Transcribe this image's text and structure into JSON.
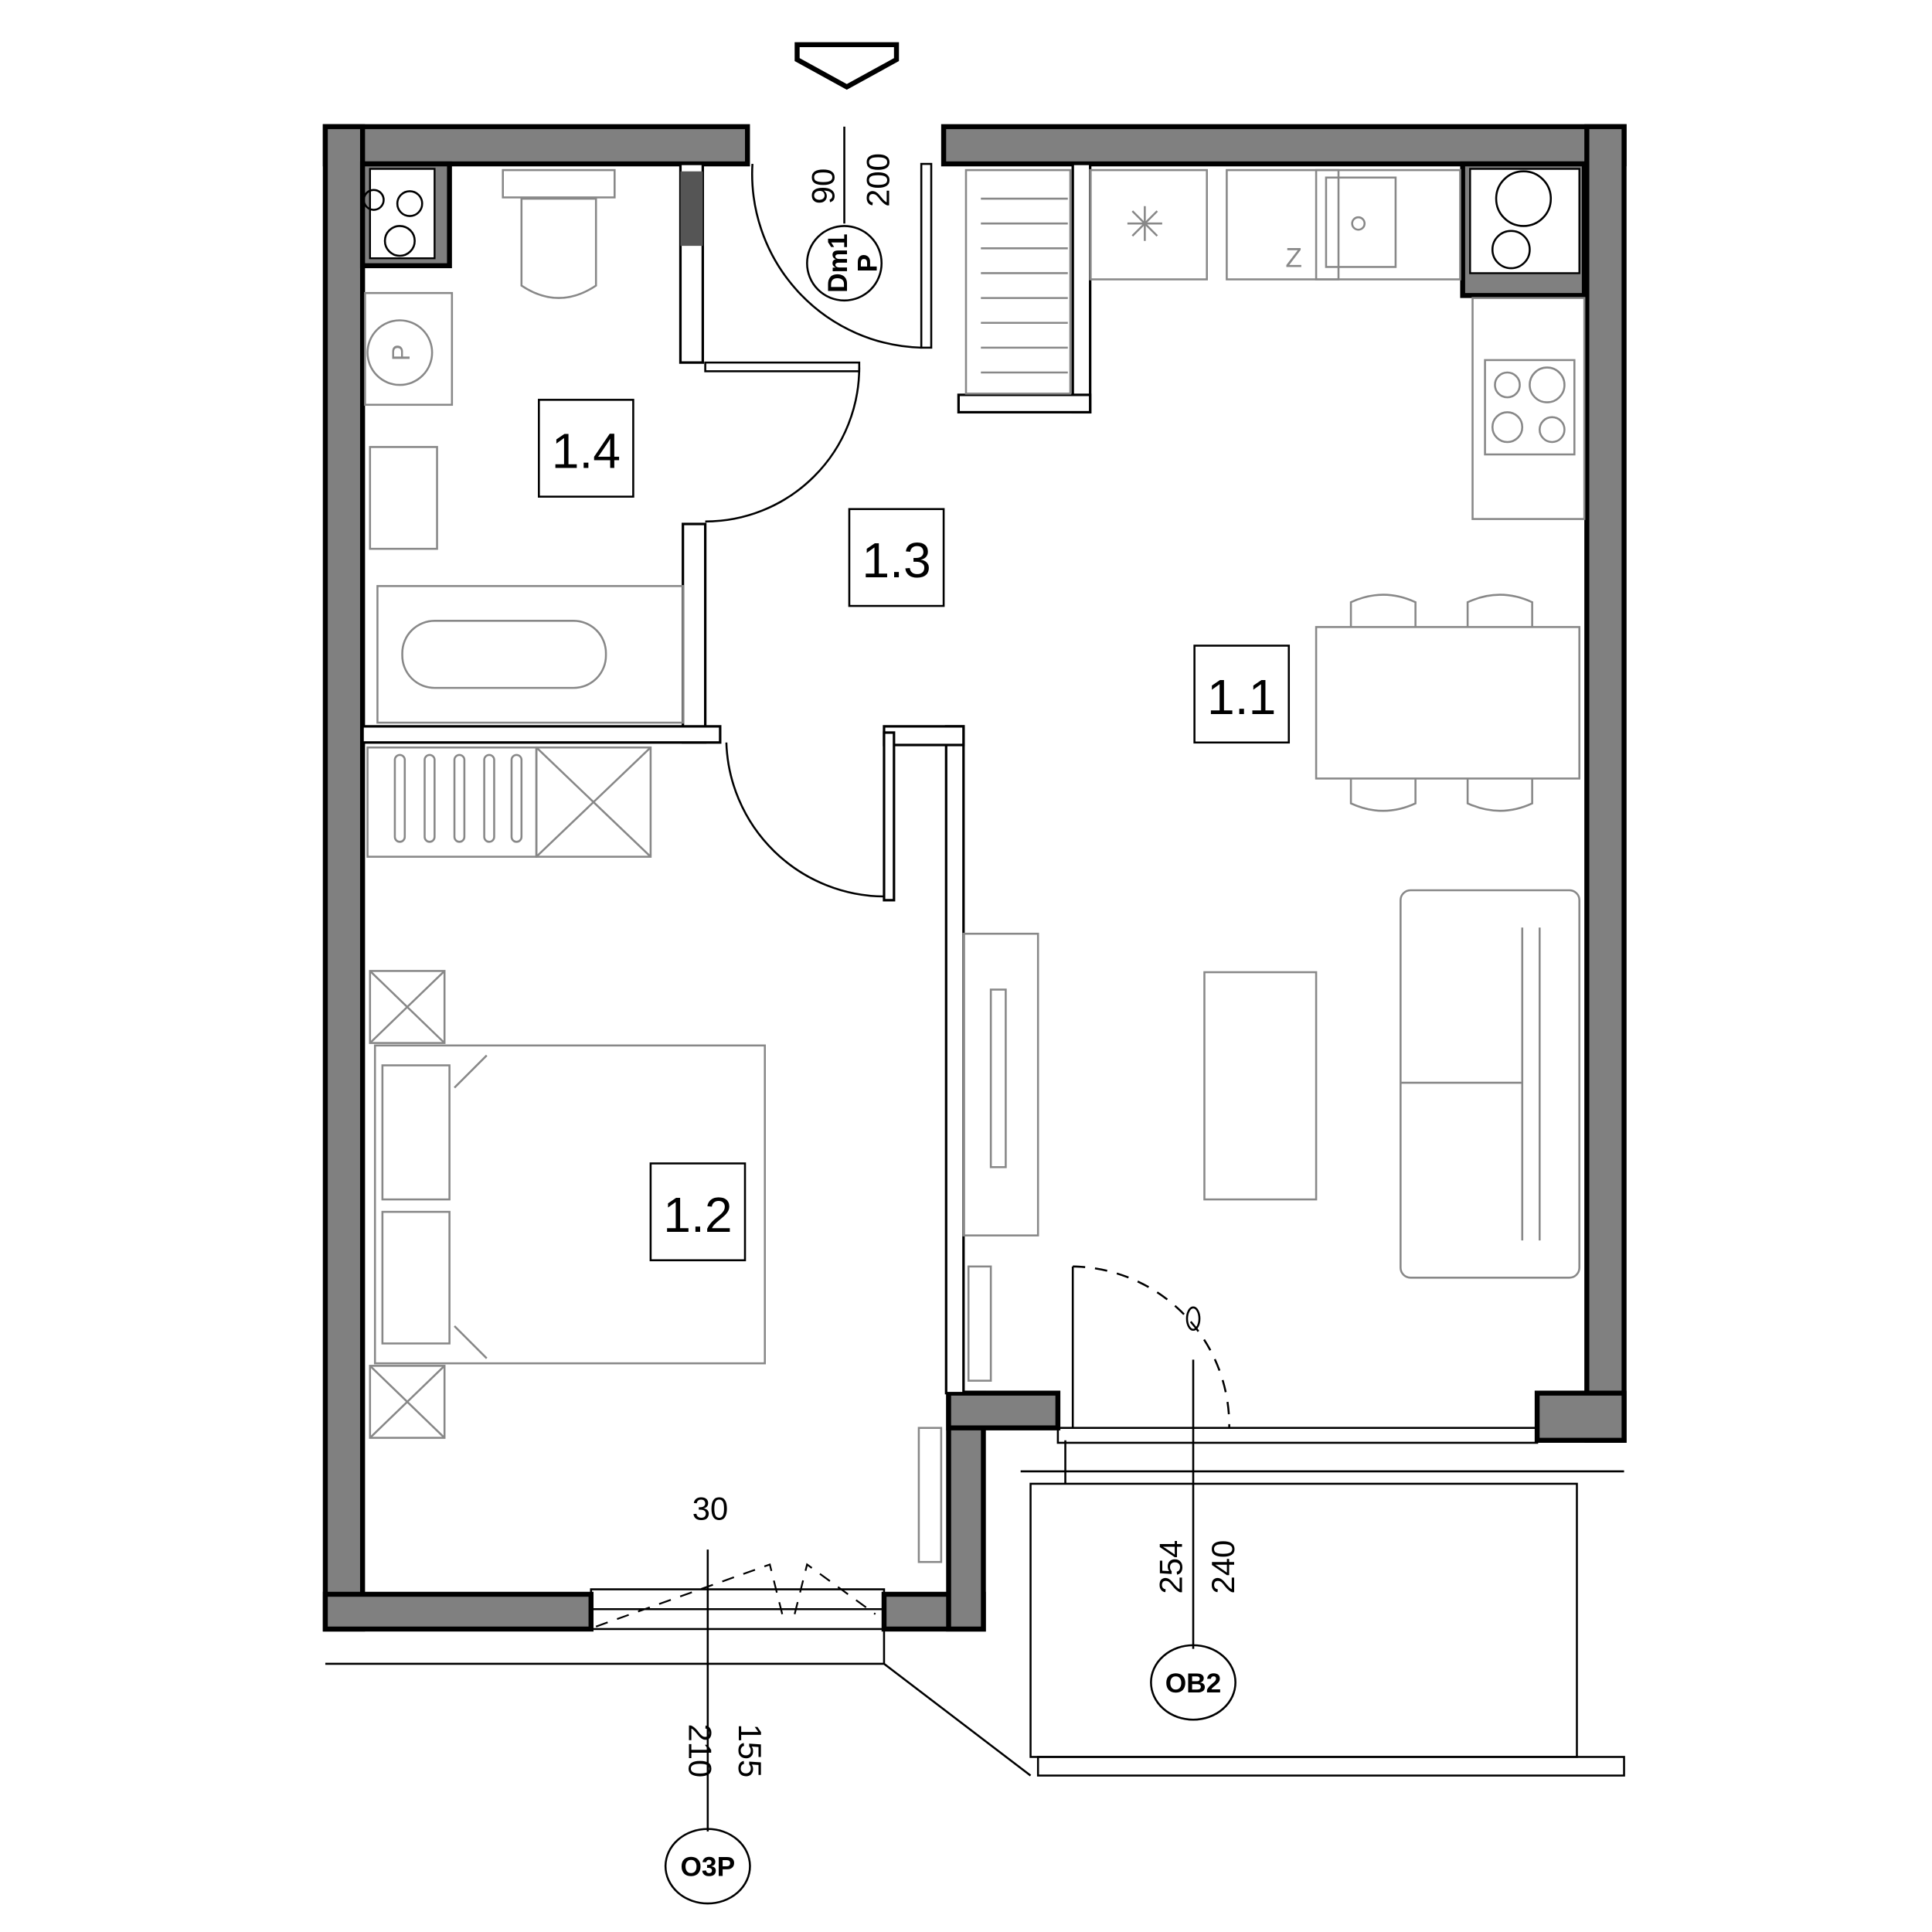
{
  "rooms": [
    {
      "id": "living",
      "label": "1.1"
    },
    {
      "id": "bedroom",
      "label": "1.2"
    },
    {
      "id": "hall",
      "label": "1.3"
    },
    {
      "id": "bathroom",
      "label": "1.4"
    }
  ],
  "entrance_door": {
    "width": "90",
    "height": "200",
    "tag_line1": "Dm1",
    "tag_line2": "P"
  },
  "bedroom_window": {
    "sill": "30",
    "width": "155",
    "height": "210",
    "tag": "O3P"
  },
  "balcony_door": {
    "width": "254",
    "height": "240",
    "tag": "OB2"
  },
  "fixtures": {
    "washing_machine": "P",
    "fridge": "Z"
  },
  "colors": {
    "wall": "#808080",
    "furniture": "#888888"
  }
}
